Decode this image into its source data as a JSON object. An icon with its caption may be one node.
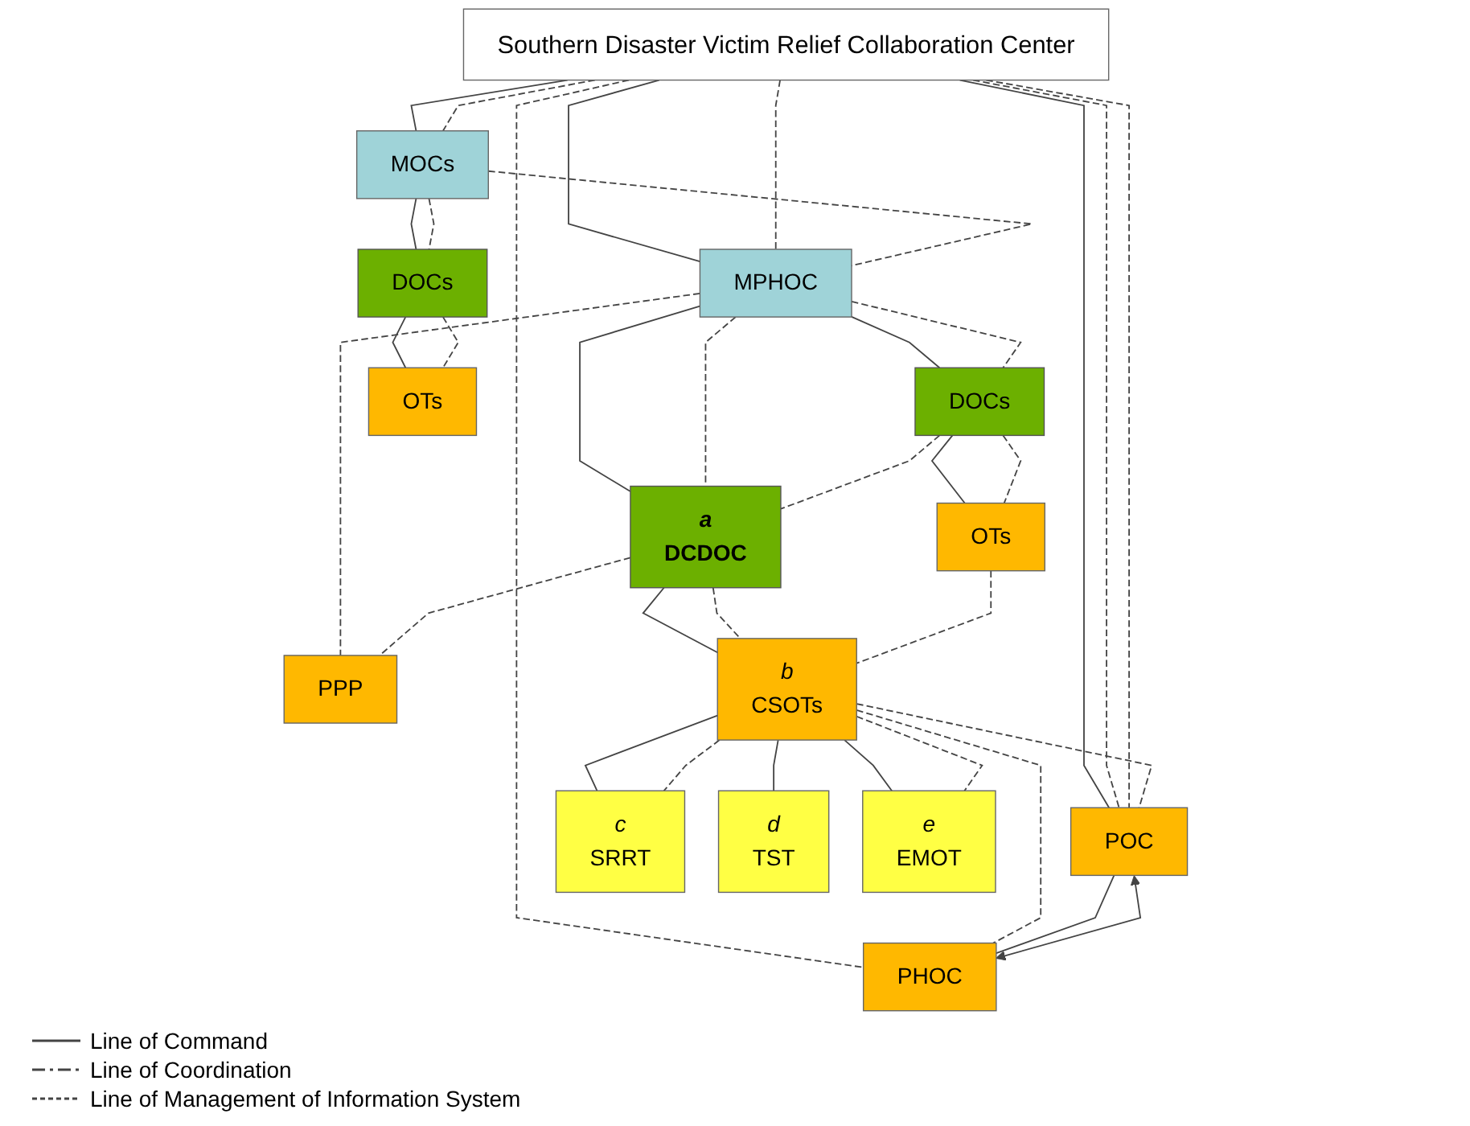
{
  "diagram": {
    "nodes": [
      {
        "text": [
          "Southern Disaster Victim Relief Collaboration Center"
        ]
      },
      {
        "text": [
          "MOCs"
        ]
      },
      {
        "text": [
          "MPHOC"
        ]
      },
      {
        "text": [
          "PPP"
        ]
      },
      {
        "text": [
          "DOCs"
        ]
      },
      {
        "text": [
          "DOCs"
        ]
      },
      {
        "text": [
          "a",
          "DCDOC"
        ]
      },
      {
        "text": [
          "OTs"
        ]
      },
      {
        "text": [
          "OTs"
        ]
      },
      {
        "text": [
          "b",
          "CSOTs"
        ]
      },
      {
        "text": [
          "POC"
        ]
      },
      {
        "text": [
          "PHOC"
        ]
      },
      {
        "text": [
          "c",
          "SRRT"
        ]
      },
      {
        "text": [
          "d",
          "TST"
        ]
      },
      {
        "text": [
          "e",
          "EMOT"
        ]
      }
    ],
    "edges": [
      {
        "from": 0,
        "to": 1,
        "arrow": "none"
      },
      {
        "from": 0,
        "to": 1,
        "arrow": "none",
        "style": "dashed"
      },
      {
        "from": 0,
        "to": 2,
        "arrow": "none"
      },
      {
        "from": 0,
        "to": 2,
        "arrow": "none",
        "style": "dashed"
      },
      {
        "from": 0,
        "to": 10,
        "arrow": "none"
      },
      {
        "from": 0,
        "to": 10,
        "arrow": "none",
        "style": "dashed"
      },
      {
        "from": 0,
        "to": 10,
        "arrow": "none",
        "style": "dashed"
      },
      {
        "from": 0,
        "to": 11,
        "arrow": "none",
        "style": "dashed"
      },
      {
        "from": 1,
        "to": 2,
        "arrow": "none",
        "style": "dashed"
      },
      {
        "from": 2,
        "to": 3,
        "arrow": "none",
        "style": "dashed"
      },
      {
        "from": 1,
        "to": 4,
        "arrow": "none"
      },
      {
        "from": 1,
        "to": 4,
        "arrow": "none",
        "style": "dashed"
      },
      {
        "from": 2,
        "to": 5,
        "arrow": "none"
      },
      {
        "from": 2,
        "to": 5,
        "arrow": "none",
        "style": "dashed"
      },
      {
        "from": 2,
        "to": 6,
        "arrow": "none"
      },
      {
        "from": 2,
        "to": 6,
        "arrow": "none",
        "style": "dashed"
      },
      {
        "from": 5,
        "to": 6,
        "arrow": "none",
        "style": "dashed"
      },
      {
        "from": 6,
        "to": 3,
        "arrow": "none",
        "style": "dashed"
      },
      {
        "from": 4,
        "to": 7,
        "arrow": "none"
      },
      {
        "from": 4,
        "to": 7,
        "arrow": "none",
        "style": "dashed"
      },
      {
        "from": 5,
        "to": 8,
        "arrow": "none"
      },
      {
        "from": 5,
        "to": 8,
        "arrow": "none",
        "style": "dashed"
      },
      {
        "from": 6,
        "to": 9,
        "arrow": "none"
      },
      {
        "from": 6,
        "to": 9,
        "arrow": "none",
        "style": "dashed"
      },
      {
        "from": 8,
        "to": 9,
        "arrow": "none",
        "style": "dashed"
      },
      {
        "from": 9,
        "to": 10,
        "arrow": "none",
        "style": "dashed"
      },
      {
        "from": 9,
        "to": 11,
        "arrow": "none",
        "style": "dashed"
      },
      {
        "from": 10,
        "to": 11,
        "arrow": "none"
      },
      {
        "from": 10,
        "to": 11,
        "arrow": "both"
      },
      {
        "from": 9,
        "to": 12,
        "arrow": "none"
      },
      {
        "from": 9,
        "to": 12,
        "arrow": "none",
        "style": "dashed"
      },
      {
        "from": 9,
        "to": 13,
        "arrow": "none"
      },
      {
        "from": 9,
        "to": 14,
        "arrow": "none"
      },
      {
        "from": 9,
        "to": 14,
        "arrow": "none",
        "style": "dashed"
      }
    ],
    "legend": [
      {
        "text": "Line of Command"
      },
      {
        "text": "Line of Coordination"
      },
      {
        "text": "Line of Management of Information System"
      }
    ]
  }
}
